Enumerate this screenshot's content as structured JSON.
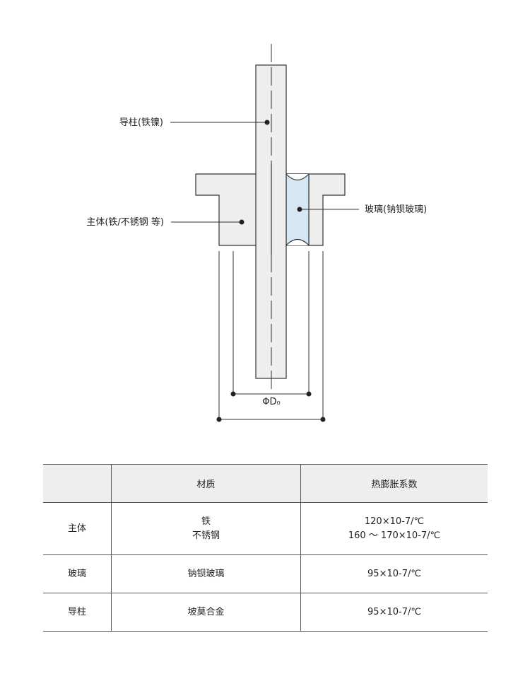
{
  "diagram": {
    "labels": {
      "guide_pin": "导柱(铁镍)",
      "body": "主体(铁/不锈钢 等)",
      "glass": "玻璃(钠钡玻璃)",
      "dimension": "ΦD₀"
    },
    "colors": {
      "metal_fill": "#eeeeee",
      "glass_fill": "#d6e7f4",
      "stroke": "#333333"
    }
  },
  "table": {
    "headers": [
      "",
      "材质",
      "热膨胀系数"
    ],
    "rows": [
      {
        "part": "主体",
        "material": [
          "铁",
          "不锈钢"
        ],
        "coefficient": [
          "120×10-7/℃",
          "160 ～ 170×10-7/℃"
        ]
      },
      {
        "part": "玻璃",
        "material": [
          "钠钡玻璃"
        ],
        "coefficient": [
          "95×10-7/℃"
        ]
      },
      {
        "part": "导柱",
        "material": [
          "坡莫合金"
        ],
        "coefficient": [
          "95×10-7/℃"
        ]
      }
    ]
  }
}
